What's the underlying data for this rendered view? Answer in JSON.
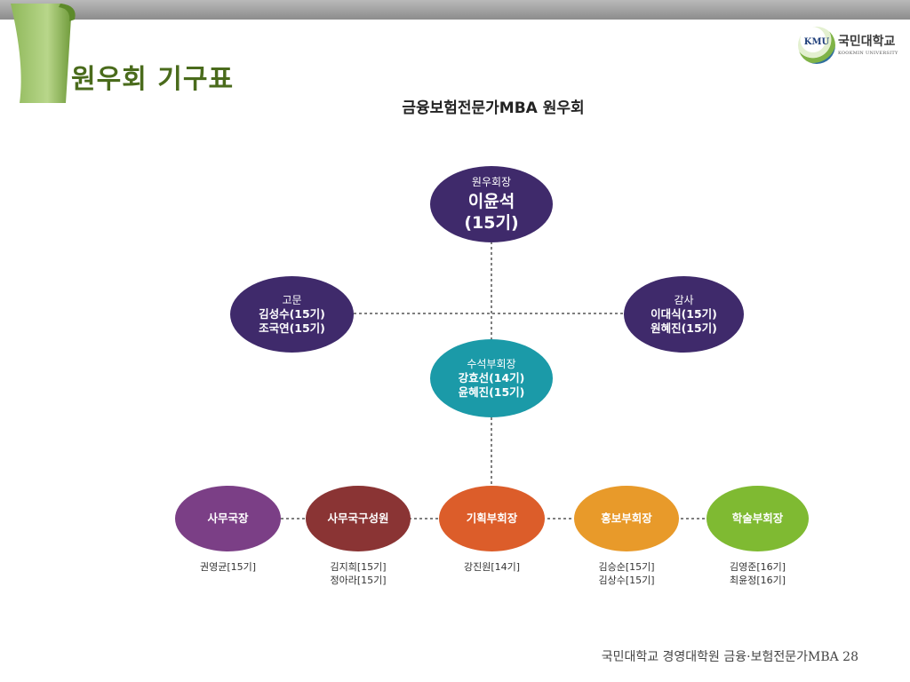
{
  "slide": {
    "title": "원우회 기구표",
    "diagram_title": "금융보험전문가MBA 원우회",
    "footer": "국민대학교 경영대학원 금융·보험전문가MBA 28"
  },
  "logo": {
    "emblem_text": "KMU",
    "name": "국민대학교",
    "english": "KOOKMIN UNIVERSITY"
  },
  "nodes": {
    "president": {
      "role": "원우회장",
      "line1": "이윤석",
      "line2": "(15기)",
      "color": "#3f2a6b"
    },
    "advisor": {
      "role": "고문",
      "line1": "김성수(15기)",
      "line2": "조국연(15기)",
      "color": "#3f2a6b"
    },
    "auditor": {
      "role": "감사",
      "line1": "이대식(15기)",
      "line2": "원혜진(15기)",
      "color": "#3f2a6b"
    },
    "senior_vp": {
      "role": "수석부회장",
      "line1": "강효선(14기)",
      "line2": "윤혜진(15기)",
      "color": "#1b9aa8"
    },
    "secretary_general": {
      "role": "사무국장",
      "members": [
        "권영균[15기]"
      ],
      "color": "#7b3f86"
    },
    "secretariat": {
      "role": "사무국구성원",
      "members": [
        "김지희[15기]",
        "정아라[15기]"
      ],
      "color": "#8a3434"
    },
    "planning_vp": {
      "role": "기획부회장",
      "members": [
        "강진원[14기]"
      ],
      "color": "#dc5d2a"
    },
    "pr_vp": {
      "role": "홍보부회장",
      "members": [
        "김승순[15기]",
        "김상수[15기]"
      ],
      "color": "#e89a2a"
    },
    "academic_vp": {
      "role": "학술부회장",
      "members": [
        "김영준[16기]",
        "최윤정[16기]"
      ],
      "color": "#7fba32"
    }
  },
  "colors": {
    "title_green": "#4a6b1c",
    "connector": "#555555"
  }
}
